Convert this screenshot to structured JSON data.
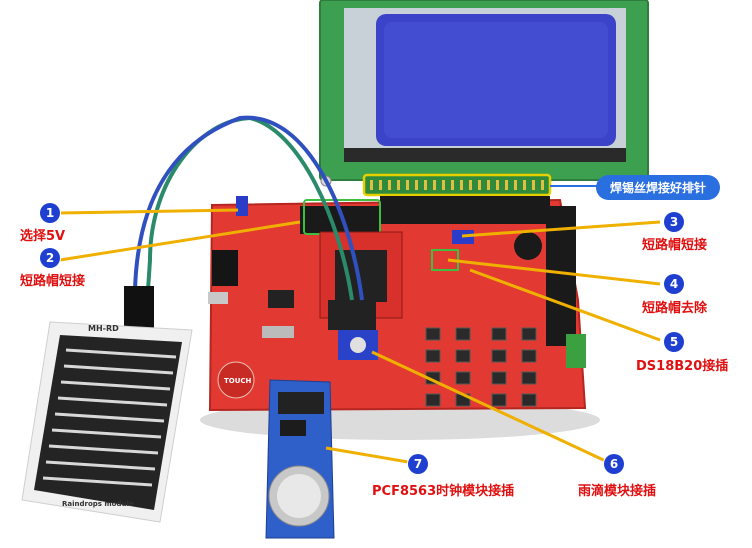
{
  "colors": {
    "badge": "#1e3fd0",
    "label": "#e01010",
    "pill": "#2a6fe0",
    "leader": "#f0b000",
    "pcb": "#e23a32",
    "lcd_frame": "#3ca050",
    "lcd_screen": "#3b43c8"
  },
  "callouts": [
    {
      "num": "1",
      "text": "选择5V"
    },
    {
      "num": "2",
      "text": "短路帽短接"
    },
    {
      "num": "3",
      "text": "短路帽短接"
    },
    {
      "num": "4",
      "text": "短路帽去除"
    },
    {
      "num": "5",
      "text": "DS18B20接插"
    },
    {
      "num": "6",
      "text": "雨滴模块接插"
    },
    {
      "num": "7",
      "text": "PCF8563时钟模块接插"
    }
  ],
  "pill_label": "焊锡丝焊接好排针",
  "board_prints": {
    "sensor_top": "MH-RD",
    "sensor_bottom": "Raindrops module",
    "touch": "TOUCH"
  },
  "icons": {
    "rain_sensor": "rain-sensor-pcb-icon",
    "lcd": "lcd-module-icon",
    "dev_board": "dev-board-icon",
    "rtc_module": "rtc-module-icon",
    "coin_cell": "coin-cell-battery-icon"
  }
}
